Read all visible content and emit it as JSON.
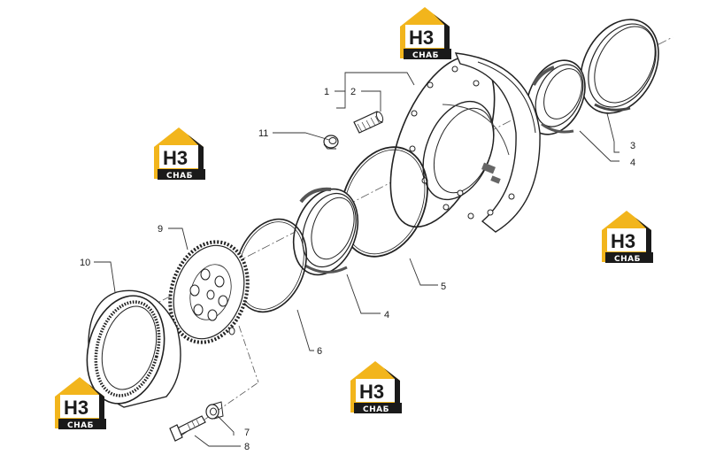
{
  "diagram": {
    "callouts": [
      {
        "id": "1",
        "label": "1"
      },
      {
        "id": "2",
        "label": "2"
      },
      {
        "id": "3",
        "label": "3"
      },
      {
        "id": "4a",
        "label": "4"
      },
      {
        "id": "4b",
        "label": "4"
      },
      {
        "id": "5",
        "label": "5"
      },
      {
        "id": "6",
        "label": "6"
      },
      {
        "id": "7",
        "label": "7"
      },
      {
        "id": "8",
        "label": "8"
      },
      {
        "id": "9",
        "label": "9"
      },
      {
        "id": "10",
        "label": "10"
      },
      {
        "id": "11",
        "label": "11"
      }
    ]
  },
  "watermark": {
    "logo_letters": "Н3",
    "logo_text": "СНАБ",
    "colors": {
      "yellow": "#f2b51c",
      "dark": "#1a1a1a"
    }
  }
}
